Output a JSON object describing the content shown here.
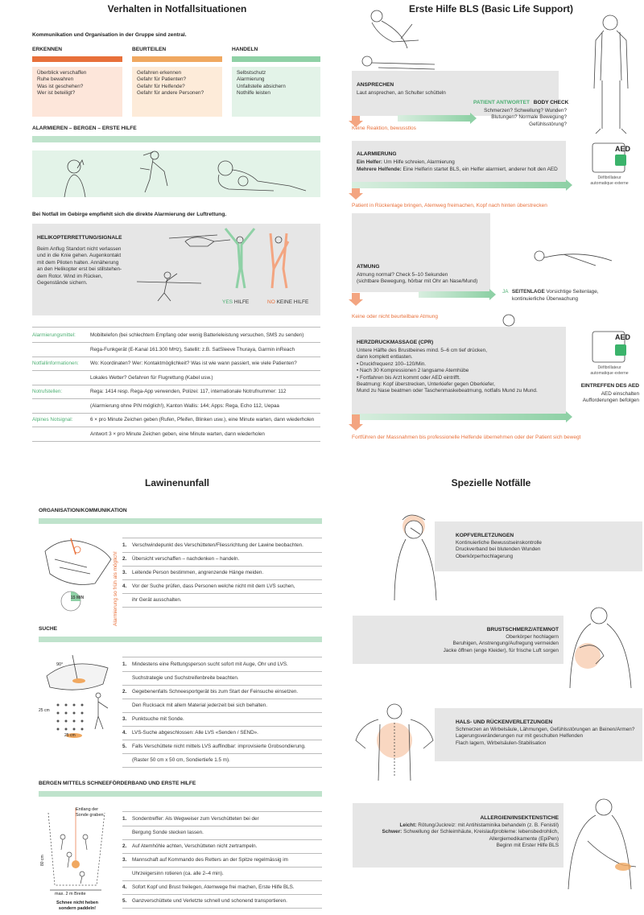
{
  "q1": {
    "title": "Verhalten in Notfallsituationen",
    "subtitle": "Kommunikation und Organisation in der Gruppe sind zentral.",
    "cols": [
      {
        "title": "ERKENNEN",
        "color": "#e8703a",
        "items": [
          "Überblick verschaffen",
          "Ruhe bewahren",
          "Was ist geschehen?",
          "Wer ist beteiligt?"
        ]
      },
      {
        "title": "BEURTEILEN",
        "color": "#f0a860",
        "items": [
          "Gefahren erkennen",
          "Gefahr für Patienten?",
          "Gefahr für Helfende?",
          "Gefahr für andere Personen?"
        ]
      },
      {
        "title": "HANDELN",
        "color": "#8fd1a6",
        "items": [
          "Selbstschutz",
          "Alarmierung",
          "Unfallstelle absichern",
          "Nothilfe leisten"
        ]
      }
    ],
    "alarm_title": "ALARMIEREN – BERGEN – ERSTE HILFE",
    "alarm_note": "Bei Notfall im Gebirge empfiehlt sich die direkte Alarmierung der Luftrettung.",
    "heli_title": "HELIKOPTERRETTUNG/SIGNALE",
    "heli_text": [
      "Beim Anflug Standort nicht verlassen",
      "und in die Knie gehen. Augenkontakt",
      "mit dem Piloten halten. Annäherung",
      "an den Helikopter erst bei stillstehen-",
      "dem Rotor. Wind im Rücken,",
      "Gegenstände sichern."
    ],
    "yes_prefix": "YES",
    "yes_label": "HILFE",
    "no_prefix": "NO",
    "no_label": "KEINE HILFE",
    "table": [
      {
        "label": "Alarmierungsmittel:",
        "text": "Mobiltelefon (bei schlechtem Empfang oder wenig Batterieleistung versuchen, SMS zu senden)"
      },
      {
        "label": "",
        "text": "Rega-Funkgerät (E-Kanal 161.300 MHz), Satellit: z.B. SatSleeve Thuraya, Garmin inReach"
      },
      {
        "label": "Notfallinformationen:",
        "text": "Wo: Koordinaten? Wer: Kontaktmöglichkeit? Was ist wie wann passiert, wie viele Patienten?"
      },
      {
        "label": "",
        "text": "Lokales Wetter? Gefahren für Flugrettung (Kabel usw.)"
      },
      {
        "label": "Notrufstellen:",
        "text": "Rega: 1414 resp. Rega-App verwenden, Polizei: 117, internationale Notrufnummer: 112"
      },
      {
        "label": "",
        "text": "(Alarmierung ohne PIN möglich!), Kanton Wallis: 144; Apps: Rega, Echo 112, Uepaa"
      },
      {
        "label": "Alpines Notsignal:",
        "text": "6 × pro Minute Zeichen geben (Rufen, Pfeifen, Blinken usw.), eine Minute warten, dann wiederholen"
      },
      {
        "label": "",
        "text": "Antwort 3 × pro Minute Zeichen geben, eine Minute warten, dann wiederholen"
      }
    ]
  },
  "q2": {
    "title": "Erste Hilfe BLS (Basic Life Support)",
    "ansprechen_title": "ANSPRECHEN",
    "ansprechen_text": "Laut ansprechen, an Schulter schütteln",
    "responds": "PATIENT ANTWORTET",
    "body_check": "BODY CHECK",
    "body_check_text": [
      "Schmerzen? Schwellung? Wunden?",
      "Blutungen? Normale Bewegung?",
      "Gefühlsstörung?"
    ],
    "no_reaction": "Keine Reaktion, bewusstlos",
    "alarm_title": "ALARMIERUNG",
    "alarm_text1_b": "Ein Helfer:",
    "alarm_text1": " Um Hilfe schreien, Alarmierung",
    "alarm_text2_b": "Mehrere Helfende:",
    "alarm_text2": " Eine Helferin startet BLS, ein Helfer alarmiert, anderer holt den AED",
    "aed_label": "AED",
    "aed_caption": [
      "Défibrillateur",
      "automatique externe"
    ],
    "supine": "Patient in Rückenlage bringen, Atemweg freimachen, Kopf nach hinten überstrecken",
    "atmung_title": "ATMUNG",
    "atmung_text": [
      "Atmung normal? Check 5–10 Sekunden",
      "(sichtbare Bewegung, hörbar mit Ohr an Nase/Mund)"
    ],
    "ja": "JA",
    "seitenlage": "SEITENLAGE",
    "seitenlage_text": " Vorsichtige Seitenlage,",
    "seitenlage_text2": "kontinuierliche Überwachung",
    "no_breath": "Keine oder nicht beurteilbare Atmung",
    "cpr_title": "HERZDRUCKMASSAGE (CPR)",
    "cpr_text": [
      "Untere Hälfte des Brustbeines mind. 5–6 cm tief drücken,",
      "dann komplett entlasten.",
      "• Druckfrequenz 100–120/Min.",
      "• Nach 30 Kompressionen 2 langsame Atemhübe",
      "• Fortfahren bis Arzt kommt oder AED eintrifft.",
      "Beatmung: Kopf überstrecken, Unterkiefer gegen Oberkiefer,",
      "Mund zu Nase beatmen oder Taschenmaskebeatmung, notfalls Mund zu Mund."
    ],
    "aed_arrive_title": "EINTREFFEN DES AED",
    "aed_arrive_text": [
      "AED einschalten",
      "Aufforderungen befolgen"
    ],
    "continue": "Fortführen der Massnahmen bis professionelle Helfende übernehmen oder der Patient sich bewegt"
  },
  "q3": {
    "title": "Lawinenunfall",
    "org_title": "ORGANISATION/KOMMUNIKATION",
    "vertical_note": "Alarmierung so früh als möglich!",
    "timer_label": "15 MIN",
    "org_list": [
      {
        "n": "1.",
        "t": "Verschwindepunkt des Verschütteten/Fliessrichtung der Lawine beobachten."
      },
      {
        "n": "2.",
        "t": "Übersicht verschaffen – nachdenken – handeln."
      },
      {
        "n": "3.",
        "t": "Leitende Person bestimmen, angrenzende Hänge meiden."
      },
      {
        "n": "4.",
        "t": "Vor der Suche prüfen, dass Personen welche nicht mit dem LVS suchen,"
      },
      {
        "n": "",
        "t": "ihr Gerät ausschalten."
      }
    ],
    "suche_title": "SUCHE",
    "suche_list": [
      {
        "n": "1.",
        "t": "Mindestens eine Rettungsperson sucht sofort mit Auge, Ohr und LVS."
      },
      {
        "n": "",
        "t": "Suchstrategie und Suchstreifenbreite beachten."
      },
      {
        "n": "2.",
        "t": "Gegebenenfalls Schneesportgerät bis zum Start der Feinsuche einsetzen."
      },
      {
        "n": "",
        "t": "Den Rucksack mit allem Material jederzeit bei sich behalten."
      },
      {
        "n": "3.",
        "t": "Punktsuche mit Sonde."
      },
      {
        "n": "4.",
        "t": "LVS-Suche abgeschlossen: Alle LVS «Senden / SEND»."
      },
      {
        "n": "5.",
        "t": "Falls Verschüttete nicht mittels LVS auffindbar: improvisierte Grobsondierung."
      },
      {
        "n": "",
        "t": "(Raster 50 cm x 50 cm, Sondiertiefe 1.5 m)."
      }
    ],
    "grid_label_a": "25 cm",
    "grid_label_b": "25 cm",
    "angle_label": "90°",
    "bergen_title": "BERGEN MITTELS SCHNEEFÖRDERBAND UND ERSTE HILFE",
    "bergen_list": [
      {
        "n": "1.",
        "t": "Sondentreffer: Als Wegweiser zum Verschütteten bei der"
      },
      {
        "n": "",
        "t": "Bergung Sonde stecken lassen."
      },
      {
        "n": "2.",
        "t": "Auf Atemhöhle achten, Verschütteten nicht zertrampeln."
      },
      {
        "n": "3.",
        "t": "Mannschaft auf Kommando des Retters an der Spitze regelmässig im"
      },
      {
        "n": "",
        "t": "Uhrzeigersinn rotieren (ca. alle 2–4 min)."
      },
      {
        "n": "4.",
        "t": "Sofort Kopf und Brust freilegen, Atemwege frei machen, Erste Hilfe BLS."
      },
      {
        "n": "5.",
        "t": "Ganzverschüttete und Verletzte schnell und schonend transportieren."
      }
    ],
    "dig_note1": "Entlang der",
    "dig_note2": "Sonde graben",
    "dig_width": "max. 2 m Breite",
    "dig_depth": "80 cm",
    "dig_footer1": "Schnee nicht heben",
    "dig_footer2": "sondern paddeln!"
  },
  "q4": {
    "title": "Spezielle Notfälle",
    "head_title": "KOPFVERLETZUNGEN",
    "head_text": [
      "Kontinuierliche Bewusstseinskontrolle",
      "Druckverband bei blutenden Wunden",
      "Oberkörperhochlagerung"
    ],
    "chest_title": "BRUSTSCHMERZ/ATEMNOT",
    "chest_text": [
      "Oberkörper hochlagern",
      "Beruhigen, Anstrengung/Aufregung vermeiden",
      "Jacke öffnen (enge Kleider), für frische Luft sorgen"
    ],
    "spine_title": "HALS- UND RÜCKENVERLETZUNGEN",
    "spine_text": [
      "Schmerzen an Wirbelsäule, Lähmungen, Gefühlsstörungen an Beinen/Armen?",
      "Lagerungsveränderungen nur mit geschulten Helfenden",
      "Flach lagern, Wirbelsäulen-Stabilisation"
    ],
    "allergy_title": "ALLERGIEN/INSEKTENSTICHE",
    "allergy_l1_b": "Leicht:",
    "allergy_l1": " Rötung/Juckreiz: mit Antihistaminika behandeln (z. B. Fenistil)",
    "allergy_l2_b": "Schwer:",
    "allergy_l2": " Schwellung der Schleimhäute, Kreislaufprobleme: lebensbedrohlich,",
    "allergy_l3": "Allergiemedikamente (EpiPen)",
    "allergy_l4": "Beginn mit Erster Hilfe BLS"
  }
}
